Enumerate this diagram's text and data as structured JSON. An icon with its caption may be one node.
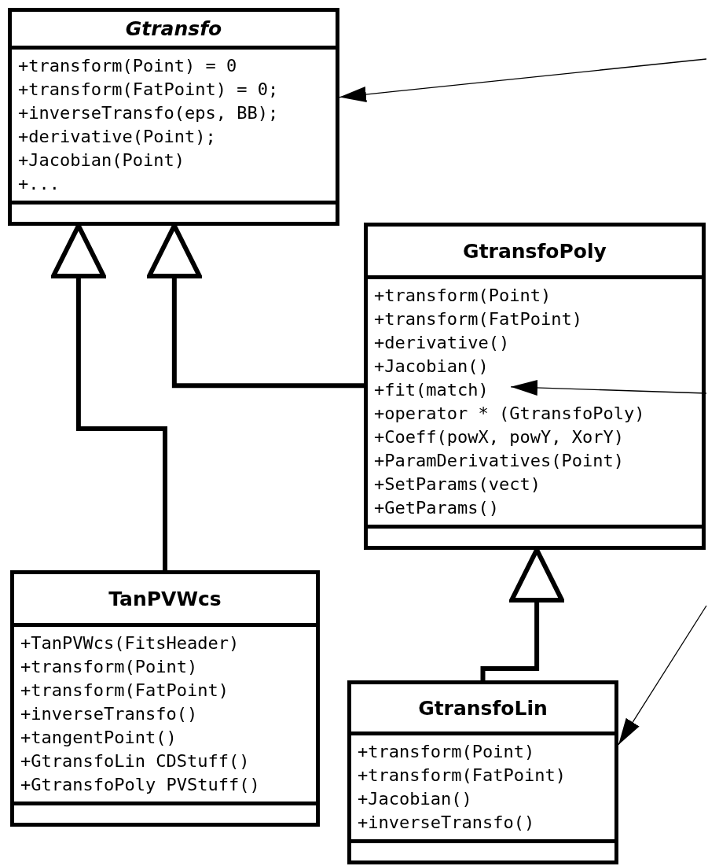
{
  "diagram": {
    "nodes": [
      {
        "text": [
          "Gtransfo",
          "+transform(Point) = 0",
          "+transform(FatPoint) = 0;",
          "+inverseTransfo(eps, BB);",
          "+derivative(Point);",
          "+Jacobian(Point)",
          "+..."
        ]
      },
      {
        "text": [
          "GtransfoPoly",
          "+transform(Point)",
          "+transform(FatPoint)",
          "+derivative()",
          "+Jacobian()",
          "+fit(match)",
          "+operator * (GtransfoPoly)",
          "+Coeff(powX, powY, XorY)",
          "+ParamDerivatives(Point)",
          "+SetParams(vect)",
          "+GetParams()"
        ]
      },
      {
        "text": [
          "TanPVWcs",
          "+TanPVWcs(FitsHeader)",
          "+transform(Point)",
          "+transform(FatPoint)",
          "+inverseTransfo()",
          "+tangentPoint()",
          "+GtransfoLin CDStuff()",
          "+GtransfoPoly PVStuff()"
        ]
      },
      {
        "text": [
          "GtransfoLin",
          "+transform(Point)",
          "+transform(FatPoint)",
          "+Jacobian()",
          "+inverseTransfo()"
        ]
      }
    ],
    "edges": [
      {
        "from": null,
        "to": 0,
        "arrow": "to"
      },
      {
        "from": 2,
        "to": 0,
        "arrow": "to",
        "style": "thick"
      },
      {
        "from": 1,
        "to": 0,
        "arrow": "to",
        "style": "thick"
      },
      {
        "from": null,
        "to": 1,
        "arrow": "to"
      },
      {
        "from": 3,
        "to": 1,
        "arrow": "to",
        "style": "thick"
      },
      {
        "from": null,
        "to": 3,
        "arrow": "to"
      }
    ]
  }
}
